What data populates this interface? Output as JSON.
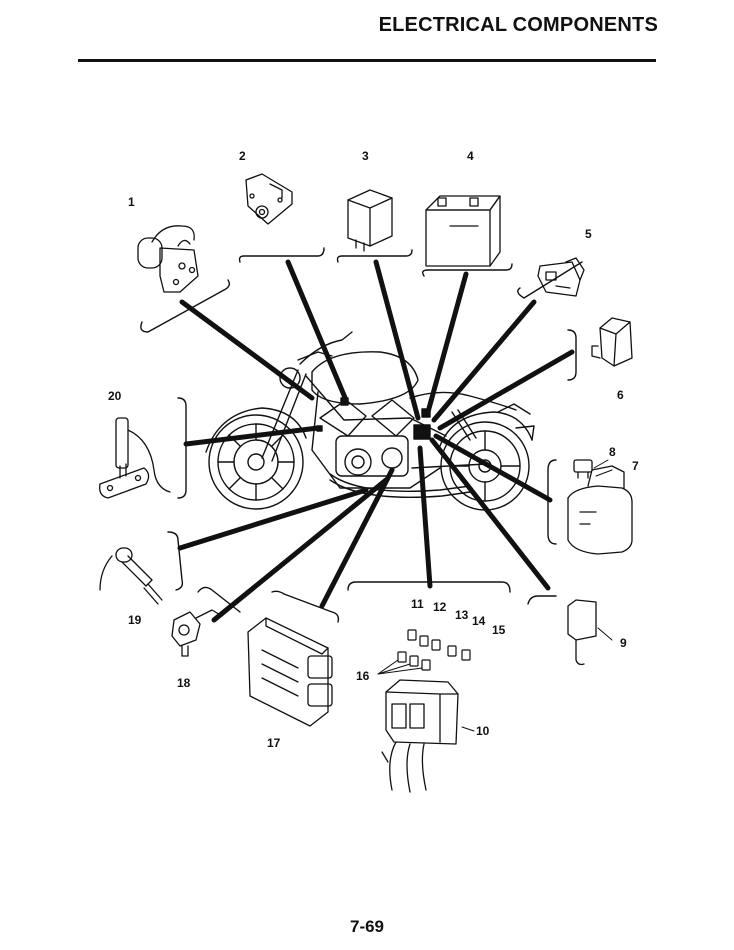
{
  "header": {
    "title": "ELECTRICAL COMPONENTS"
  },
  "footer": {
    "page_number": "7-69"
  },
  "callouts": {
    "c1": "1",
    "c2": "2",
    "c3": "3",
    "c4": "4",
    "c5": "5",
    "c6": "6",
    "c7": "7",
    "c8": "8",
    "c9": "9",
    "c10": "10",
    "c11": "11",
    "c12": "12",
    "c13": "13",
    "c14": "14",
    "c15": "15",
    "c16": "16",
    "c17": "17",
    "c18": "18",
    "c19": "19",
    "c20": "20"
  }
}
